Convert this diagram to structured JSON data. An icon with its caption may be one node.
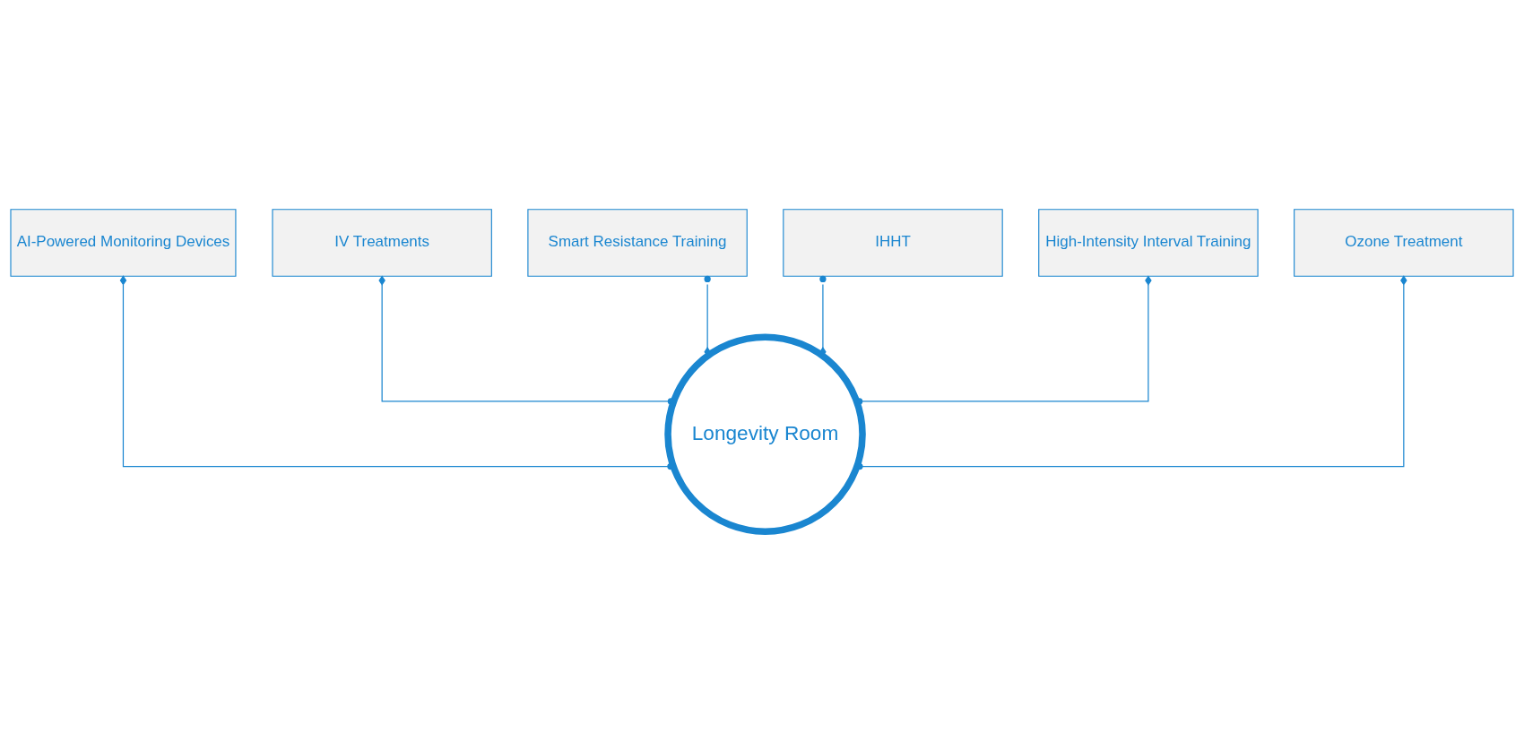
{
  "diagram": {
    "nodes": [
      {
        "text": [
          "AI-Powered Monitoring Devices"
        ]
      },
      {
        "text": [
          "IV Treatments"
        ]
      },
      {
        "text": [
          "Smart Resistance Training"
        ]
      },
      {
        "text": [
          "IHHT"
        ]
      },
      {
        "text": [
          "High-Intensity Interval Training"
        ]
      },
      {
        "text": [
          "Ozone Treatment"
        ]
      },
      {
        "text": [
          "Longevity Room"
        ]
      }
    ],
    "edges": [
      {
        "from": 6,
        "to": 0,
        "arrow": "other"
      },
      {
        "from": 6,
        "to": 1,
        "arrow": "other"
      },
      {
        "from": 6,
        "to": 2,
        "arrow": "other"
      },
      {
        "from": 6,
        "to": 3,
        "arrow": "other"
      },
      {
        "from": 6,
        "to": 4,
        "arrow": "other"
      },
      {
        "from": 6,
        "to": 5,
        "arrow": "other"
      }
    ]
  }
}
